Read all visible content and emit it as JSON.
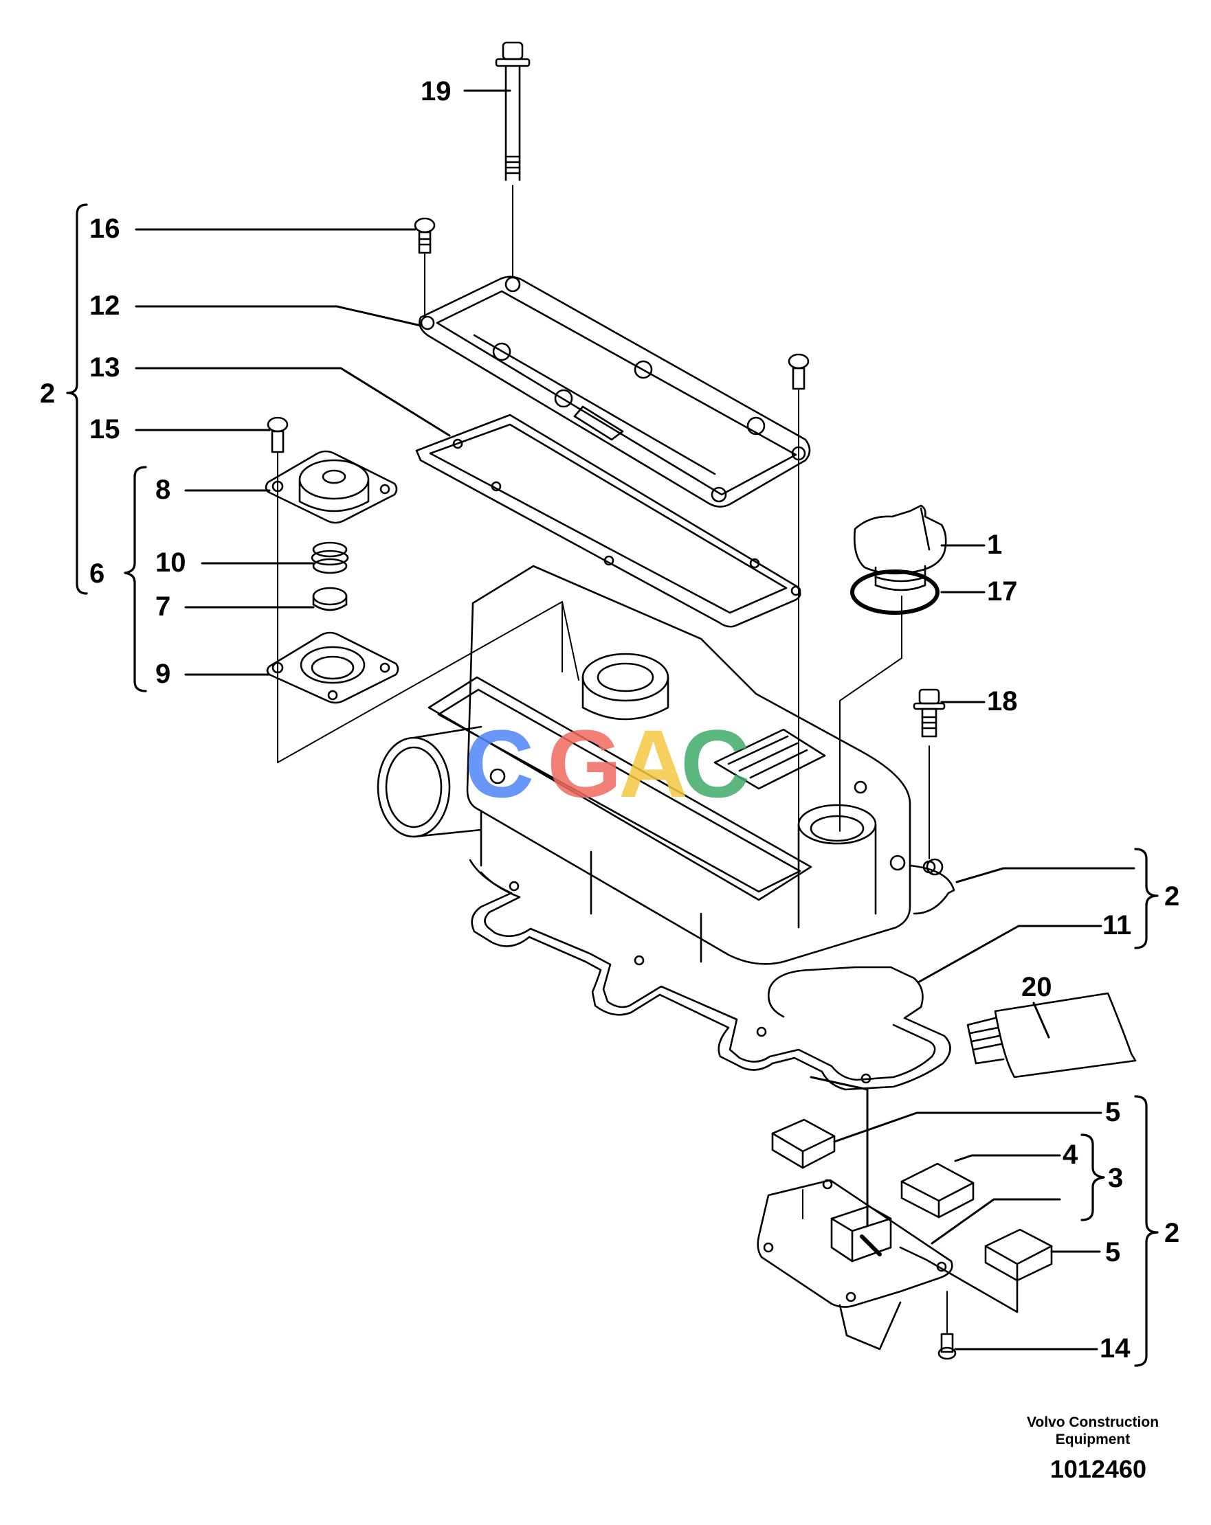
{
  "diagram": {
    "callouts": [
      "1",
      "2",
      "3",
      "4",
      "5",
      "6",
      "7",
      "8",
      "9",
      "10",
      "11",
      "12",
      "13",
      "14",
      "15",
      "16",
      "17",
      "18",
      "19",
      "20"
    ],
    "groups": {
      "top_left_2": "2",
      "inner_left_6": "6",
      "right_mid_2": "2",
      "right_lower_3": "3",
      "right_bottom_2": "2"
    }
  },
  "brand": {
    "line1": "Volvo Construction",
    "line2": "Equipment"
  },
  "document_number": "1012460",
  "watermark": {
    "letters": [
      "C",
      "G",
      "A",
      "C"
    ],
    "colors": [
      "#4f86f7",
      "#f06a60",
      "#f5c842",
      "#3faa6a"
    ]
  },
  "colors": {
    "line": "#000000",
    "background": "#ffffff"
  }
}
